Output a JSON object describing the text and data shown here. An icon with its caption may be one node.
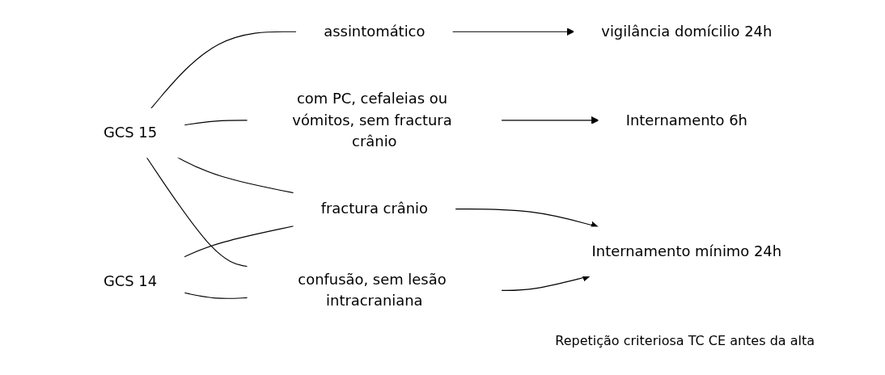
{
  "diagram": {
    "nodes": [
      {
        "text": [
          "GCS 15"
        ]
      },
      {
        "text": [
          "GCS 14"
        ]
      },
      {
        "text": [
          "assintomático"
        ]
      },
      {
        "text": [
          "com PC, cefaleias ou vómitos, sem fractura crânio"
        ]
      },
      {
        "text": [
          "fractura crânio"
        ]
      },
      {
        "text": [
          "confusão, sem lesão intracraniana"
        ]
      },
      {
        "text": [
          "vigilância domícilio 24h"
        ]
      },
      {
        "text": [
          "Internamento 6h"
        ]
      },
      {
        "text": [
          "Internamento mínimo 24h"
        ]
      }
    ],
    "edges": [
      {
        "from": 0,
        "to": 2,
        "arrow": "none"
      },
      {
        "from": 0,
        "to": 3,
        "arrow": "none"
      },
      {
        "from": 0,
        "to": 4,
        "arrow": "none"
      },
      {
        "from": 0,
        "to": 5,
        "arrow": "none"
      },
      {
        "from": 1,
        "to": 4,
        "arrow": "none"
      },
      {
        "from": 1,
        "to": 5,
        "arrow": "none"
      },
      {
        "from": 2,
        "to": 6,
        "arrow": "to"
      },
      {
        "from": 3,
        "to": 7,
        "arrow": "to"
      },
      {
        "from": 4,
        "to": 8,
        "arrow": "to"
      },
      {
        "from": 5,
        "to": 8,
        "arrow": "to"
      }
    ],
    "labels": [
      "Repetição criteriosa TC CE antes da alta"
    ]
  }
}
